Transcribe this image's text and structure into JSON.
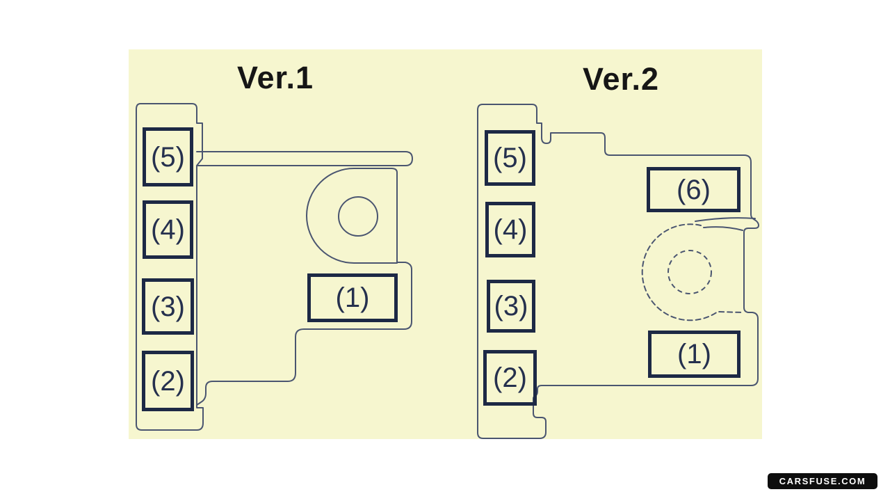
{
  "diagrams": [
    {
      "title": "Ver.1",
      "fuse_labels": [
        "(5)",
        "(4)",
        "(3)",
        "(2)"
      ],
      "relay_labels": [
        "(1)"
      ]
    },
    {
      "title": "Ver.2",
      "fuse_labels": [
        "(5)",
        "(4)",
        "(3)",
        "(2)"
      ],
      "relay_labels": [
        "(6)",
        "(1)"
      ]
    }
  ],
  "watermark": {
    "text": "CARSFUSE.COM"
  },
  "colors": {
    "canvas": "#ffffff",
    "card": "#f6f6cf",
    "outline": "#4a5570",
    "box-border": "#1d2945",
    "label": "#25304e",
    "title": "#161616",
    "wm-bg": "#0d0d0d",
    "wm-text": "#ffffff"
  }
}
